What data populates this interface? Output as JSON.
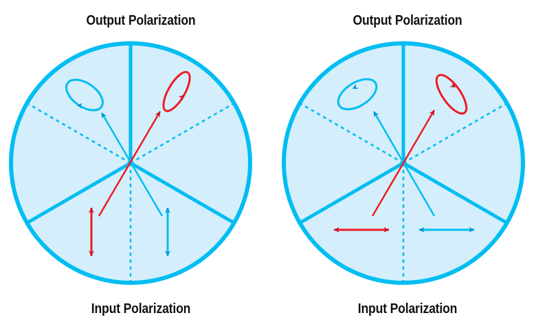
{
  "diagrams": [
    {
      "title": "Output Polarization",
      "caption": "Input Polarization",
      "input_orientation": "vertical"
    },
    {
      "title": "Output Polarization",
      "caption": "Input Polarization",
      "input_orientation": "horizontal"
    }
  ],
  "colors": {
    "ring": "#00bdf2",
    "fill": "#d4eefb",
    "red": "#ec1c24",
    "red_head": "#c8162b",
    "blue": "#00bdf2",
    "blue_head": "#0093d3"
  }
}
